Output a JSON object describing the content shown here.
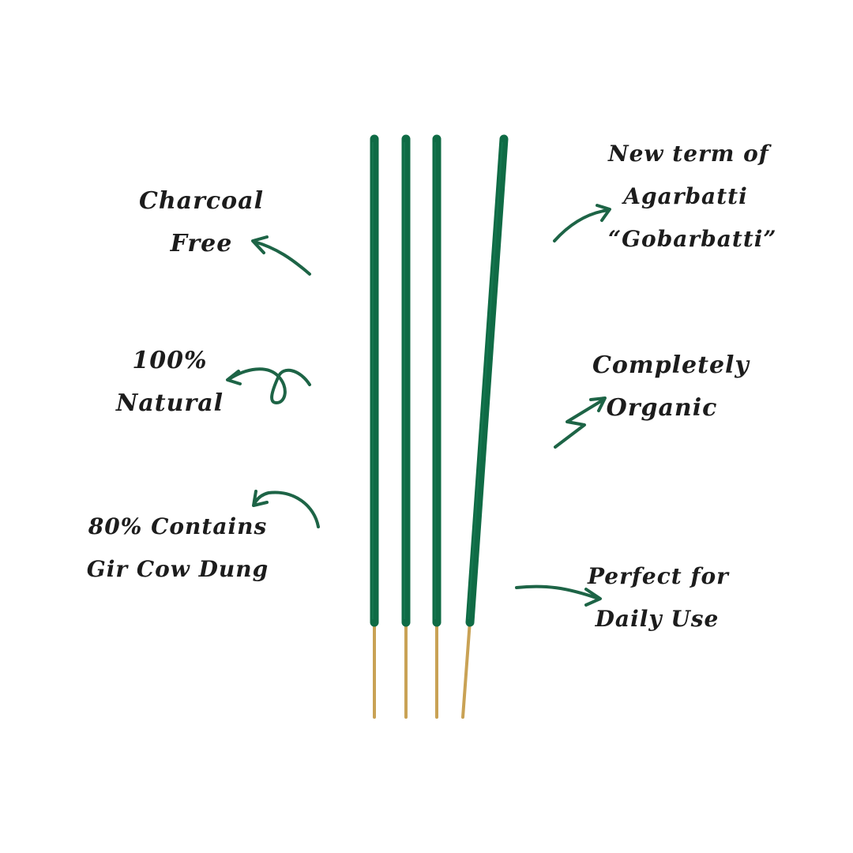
{
  "colors": {
    "background": "#ffffff",
    "stick_green": "#0f6b45",
    "stick_bamboo": "#c9a255",
    "arrow_green": "#1d6446",
    "text": "#1c1c1c"
  },
  "features_left": [
    {
      "lines": [
        "Charcoal",
        "Free"
      ]
    },
    {
      "lines": [
        "100%",
        "Natural"
      ]
    },
    {
      "lines": [
        "80% Contains",
        "Gir Cow Dung"
      ]
    }
  ],
  "features_right": [
    {
      "lines": [
        "New term of",
        "Agarbatti",
        "“Gobarbatti”"
      ]
    },
    {
      "lines": [
        "Completely",
        "Organic"
      ]
    },
    {
      "lines": [
        "Perfect for",
        "Daily Use"
      ]
    }
  ],
  "product": {
    "stick_count": 4
  }
}
